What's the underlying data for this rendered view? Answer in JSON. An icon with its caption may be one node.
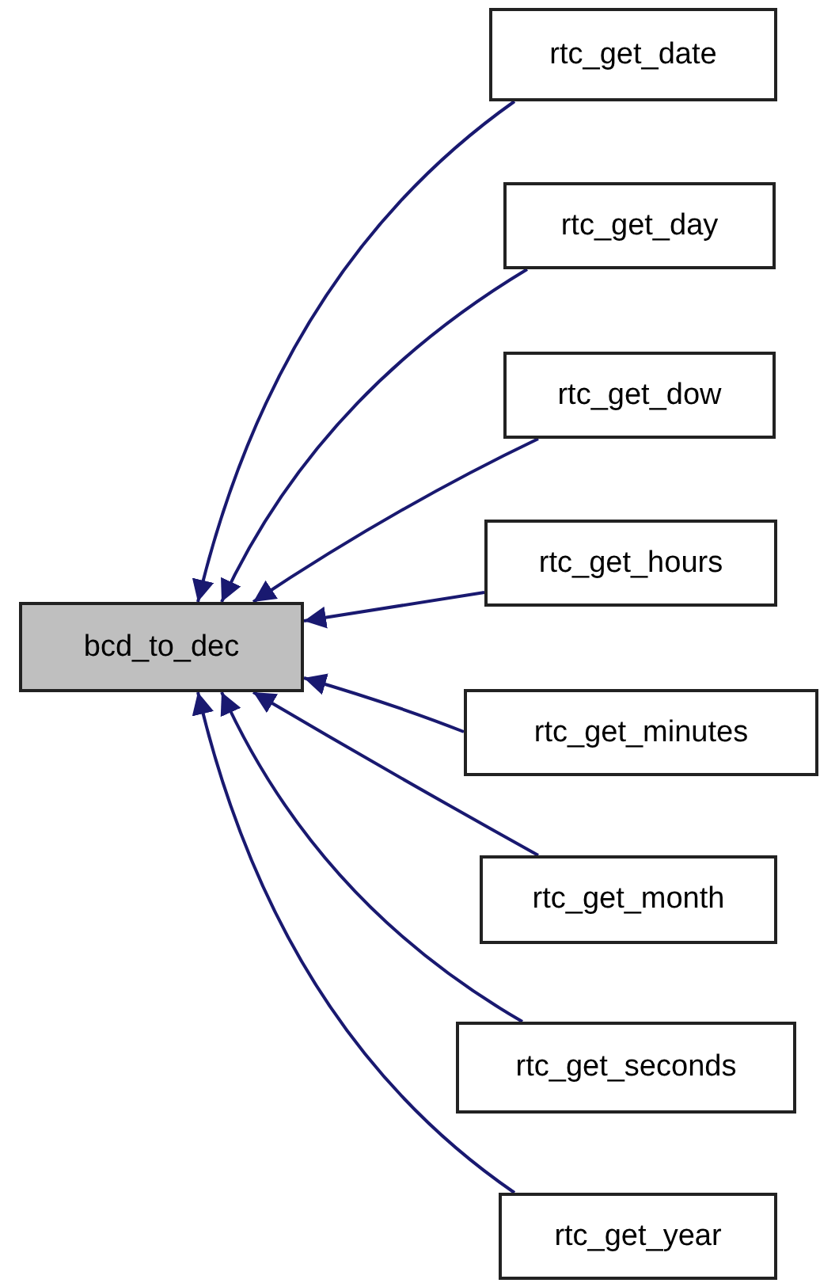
{
  "diagram": {
    "nodes": [
      {
        "text": [
          "bcd_to_dec"
        ]
      },
      {
        "text": [
          "rtc_get_date"
        ]
      },
      {
        "text": [
          "rtc_get_day"
        ]
      },
      {
        "text": [
          "rtc_get_dow"
        ]
      },
      {
        "text": [
          "rtc_get_hours"
        ]
      },
      {
        "text": [
          "rtc_get_minutes"
        ]
      },
      {
        "text": [
          "rtc_get_month"
        ]
      },
      {
        "text": [
          "rtc_get_seconds"
        ]
      },
      {
        "text": [
          "rtc_get_year"
        ]
      }
    ],
    "edges": [
      {
        "from": 1,
        "to": 0,
        "arrow": "to"
      },
      {
        "from": 2,
        "to": 0,
        "arrow": "to"
      },
      {
        "from": 3,
        "to": 0,
        "arrow": "to"
      },
      {
        "from": 4,
        "to": 0,
        "arrow": "to"
      },
      {
        "from": 5,
        "to": 0,
        "arrow": "to"
      },
      {
        "from": 6,
        "to": 0,
        "arrow": "to"
      },
      {
        "from": 7,
        "to": 0,
        "arrow": "to"
      },
      {
        "from": 8,
        "to": 0,
        "arrow": "to"
      }
    ]
  }
}
